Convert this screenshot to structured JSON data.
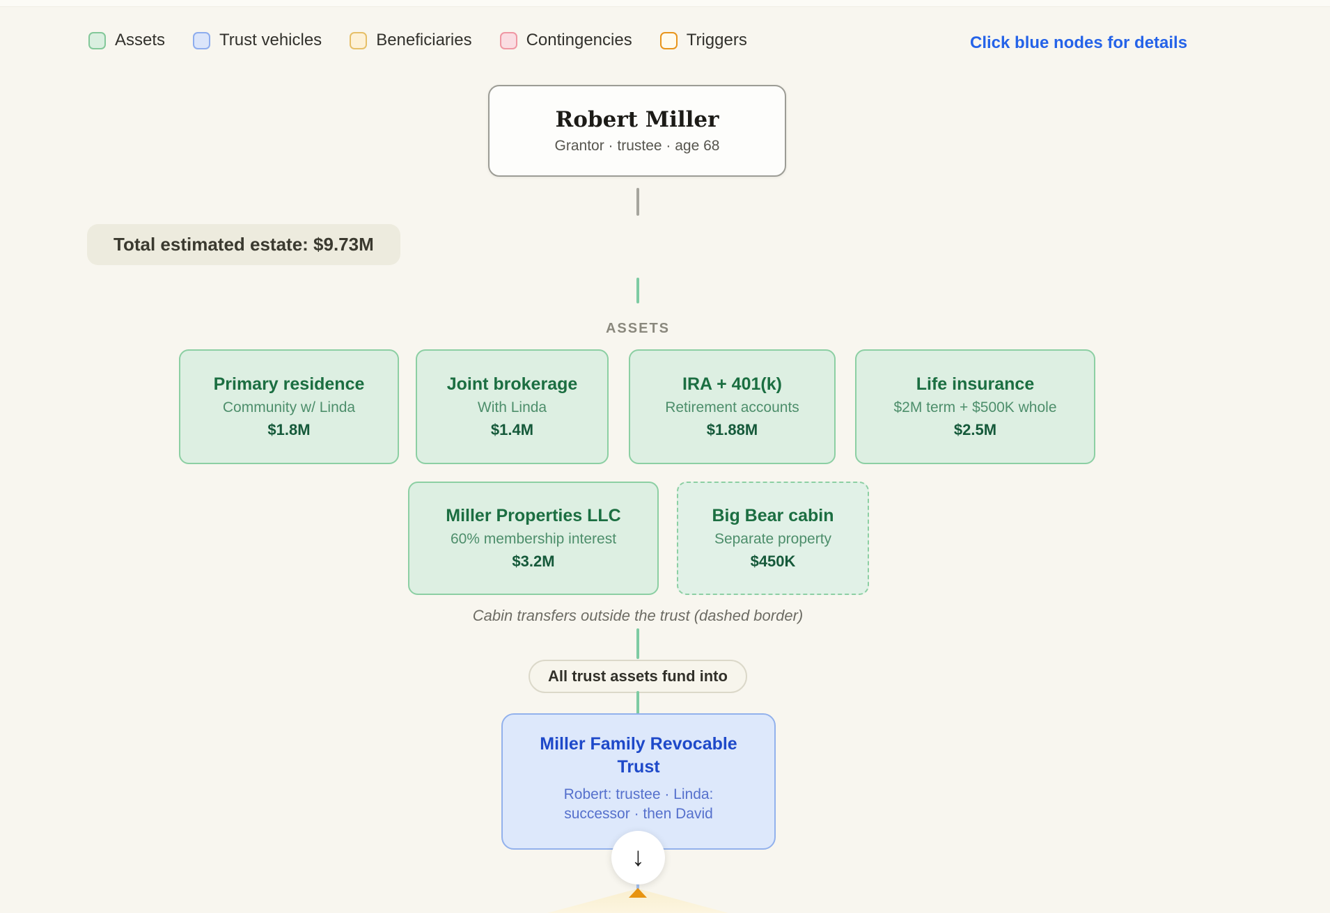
{
  "legend": {
    "items": [
      {
        "label": "Assets",
        "color": "#83c899"
      },
      {
        "label": "Trust vehicles",
        "color": "#8eadee"
      },
      {
        "label": "Beneficiaries",
        "color": "#e6bf68"
      },
      {
        "label": "Contingencies",
        "color": "#ef97a3"
      },
      {
        "label": "Triggers",
        "color": "#e8951c"
      }
    ],
    "hint": "Click blue nodes for details"
  },
  "grantor": {
    "name": "Robert Miller",
    "subtitle": "Grantor · trustee · age 68"
  },
  "estate_badge": "Total estimated estate: $9.73M",
  "assets": {
    "section_label": "ASSETS",
    "cards": [
      {
        "title": "Primary residence",
        "subtitle": "Community w/ Linda",
        "value": "$1.8M"
      },
      {
        "title": "Joint brokerage",
        "subtitle": "With Linda",
        "value": "$1.4M"
      },
      {
        "title": "IRA + 401(k)",
        "subtitle": "Retirement accounts",
        "value": "$1.88M"
      },
      {
        "title": "Life insurance",
        "subtitle": "$2M term + $500K whole",
        "value": "$2.5M"
      },
      {
        "title": "Miller Properties LLC",
        "subtitle": "60% membership interest",
        "value": "$3.2M"
      },
      {
        "title": "Big Bear cabin",
        "subtitle": "Separate property",
        "value": "$450K"
      }
    ],
    "cabin_note": "Cabin transfers outside the trust (dashed border)"
  },
  "funding_label": "All trust assets fund into",
  "trust": {
    "title": "Miller Family Revocable Trust",
    "subtitle": "Robert: trustee · Linda: successor · then David"
  },
  "scroll_indicator": {
    "arrow": "↓"
  }
}
